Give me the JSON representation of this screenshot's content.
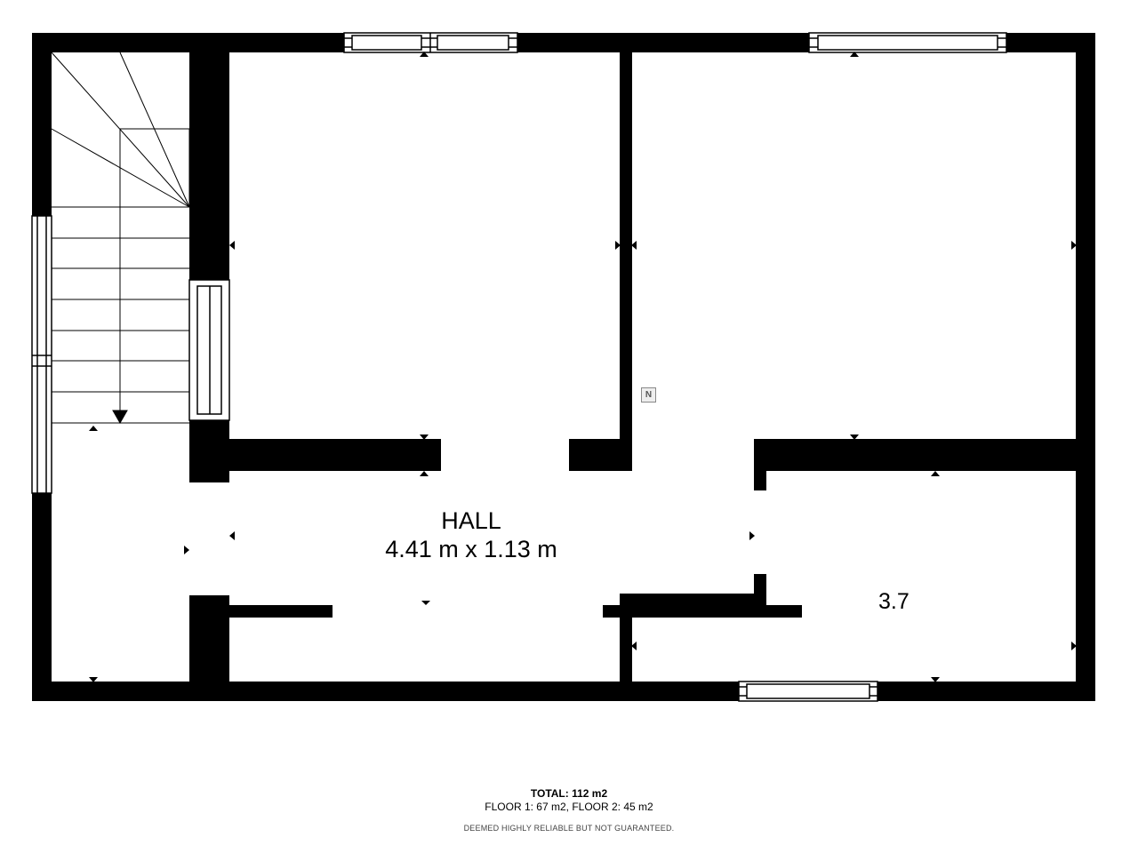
{
  "rooms": {
    "hall": {
      "name": "HALL",
      "size": "4.41 m x 1.13 m"
    },
    "partial_room": {
      "size_visible": "3.7"
    }
  },
  "summary": {
    "total": "TOTAL: 112 m2",
    "floors": "FLOOR 1: 67 m2, FLOOR 2: 45 m2",
    "disclaimer": "DEEMED HIGHLY RELIABLE BUT NOT GUARANTEED."
  },
  "compass": {
    "label": "N"
  },
  "colors": {
    "wall": "#000000",
    "background": "#ffffff",
    "window": "#ffffff"
  }
}
